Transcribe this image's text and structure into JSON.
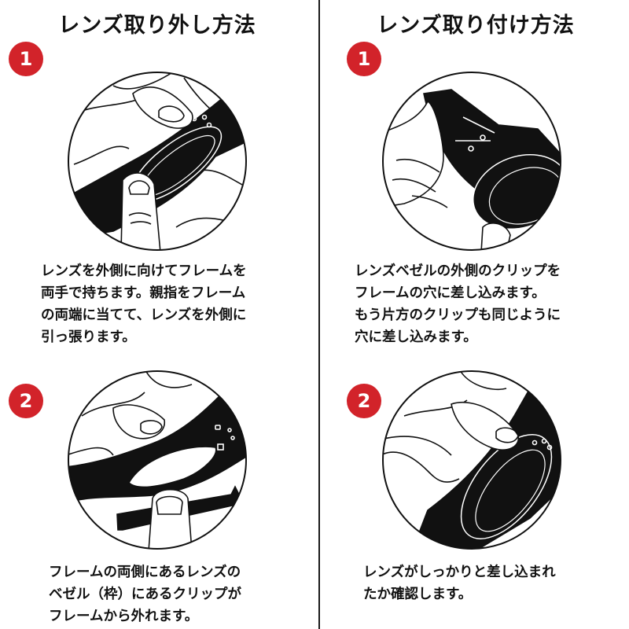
{
  "colors": {
    "badge": "#d2232a",
    "ink": "#111111",
    "background": "#ffffff"
  },
  "removal": {
    "title": "レンズ取り外し方法",
    "steps": [
      {
        "number": "1",
        "illustration": "hands-holding-frame-thumbs-on-lens-icon",
        "lines": [
          "レンズを外側に向けてフレームを",
          "両手で持ちます。親指をフレーム",
          "の両端に当てて、レンズを外側に",
          "引っ張ります。"
        ]
      },
      {
        "number": "2",
        "illustration": "lens-bezel-clip-detached-icon",
        "lines": [
          "フレームの両側にあるレンズの",
          "ベゼル（枠）にあるクリップが",
          "フレームから外れます。"
        ]
      }
    ]
  },
  "attachment": {
    "title": "レンズ取り付け方法",
    "steps": [
      {
        "number": "1",
        "illustration": "inserting-bezel-clip-into-frame-icon",
        "lines": [
          "レンズベゼルの外側のクリップを",
          "フレームの穴に差し込みます。",
          "もう片方のクリップも同じように",
          "穴に差し込みます。"
        ]
      },
      {
        "number": "2",
        "illustration": "pressing-lens-into-frame-icon",
        "lines": [
          "レンズがしっかりと差し込まれ",
          "たか確認します。"
        ]
      }
    ]
  }
}
